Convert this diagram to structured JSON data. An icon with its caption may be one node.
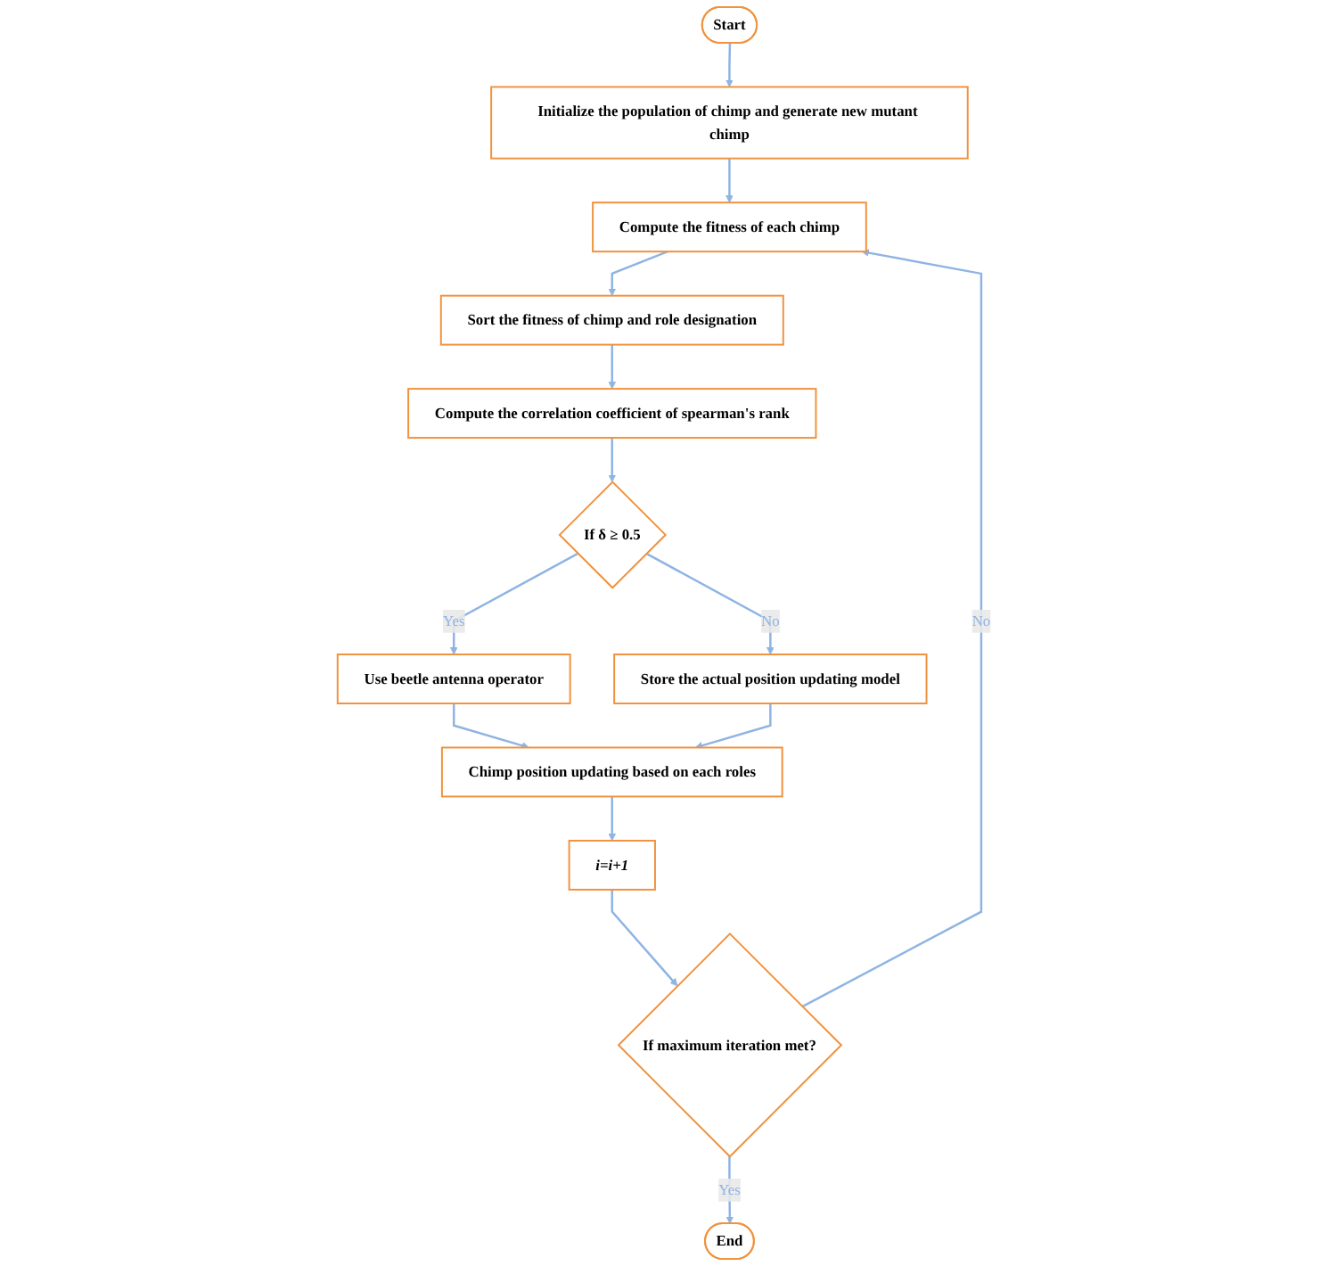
{
  "diagram": {
    "nodes": [
      {
        "text": [
          "Start"
        ]
      },
      {
        "text": [
          "Initialize the population of chimp and generate new mutant chimp"
        ]
      },
      {
        "text": [
          "Compute the fitness of each chimp"
        ]
      },
      {
        "text": [
          "Sort the fitness of chimp and role designation"
        ]
      },
      {
        "text": [
          "Compute the correlation coefficient of spearman's rank"
        ]
      },
      {
        "text": [
          "If δ ≥ 0.5"
        ]
      },
      {
        "text": [
          "Store the actual position updating model"
        ]
      },
      {
        "text": [
          "Use beetle antenna operator"
        ]
      },
      {
        "text": [
          "Chimp position updating based on each roles"
        ]
      },
      {
        "text": [
          "i=i+1"
        ]
      },
      {
        "text": [
          "If maximum iteration met?"
        ]
      },
      {
        "text": [
          "End"
        ]
      }
    ],
    "edges": [
      {
        "from": 0,
        "to": 1,
        "arrow": "to"
      },
      {
        "from": 1,
        "to": 2,
        "arrow": "to"
      },
      {
        "from": 2,
        "to": 3,
        "arrow": "to"
      },
      {
        "from": 3,
        "to": 4,
        "arrow": "to"
      },
      {
        "from": 4,
        "to": 5,
        "arrow": "to"
      },
      {
        "from": 5,
        "to": 6,
        "label": "No",
        "arrow": "to"
      },
      {
        "from": 5,
        "to": 7,
        "label": "Yes",
        "arrow": "to"
      },
      {
        "from": 7,
        "to": 8,
        "arrow": "to"
      },
      {
        "from": 6,
        "to": 8,
        "arrow": "to"
      },
      {
        "from": 8,
        "to": 9,
        "arrow": "to"
      },
      {
        "from": 9,
        "to": 10,
        "arrow": "to"
      },
      {
        "from": 10,
        "to": 2,
        "label": "No",
        "arrow": "to"
      },
      {
        "from": 10,
        "to": 11,
        "label": "Yes",
        "arrow": "to"
      }
    ]
  }
}
